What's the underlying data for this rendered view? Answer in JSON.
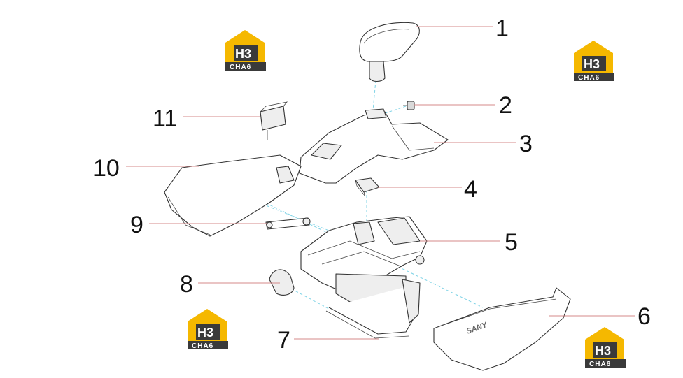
{
  "callouts": [
    {
      "number": "1"
    },
    {
      "number": "2"
    },
    {
      "number": "3"
    },
    {
      "number": "4"
    },
    {
      "number": "5"
    },
    {
      "number": "6"
    },
    {
      "number": "7"
    },
    {
      "number": "8"
    },
    {
      "number": "9"
    },
    {
      "number": "10"
    },
    {
      "number": "11"
    }
  ],
  "watermark": {
    "main": "H3",
    "sub": "CHA6"
  },
  "brand_mark": "SANY",
  "colors": {
    "leader_line": "#d48a8a",
    "dash_line": "#7fd3e6",
    "logo_yellow": "#f5b800",
    "logo_dark": "#3a3a3a"
  }
}
